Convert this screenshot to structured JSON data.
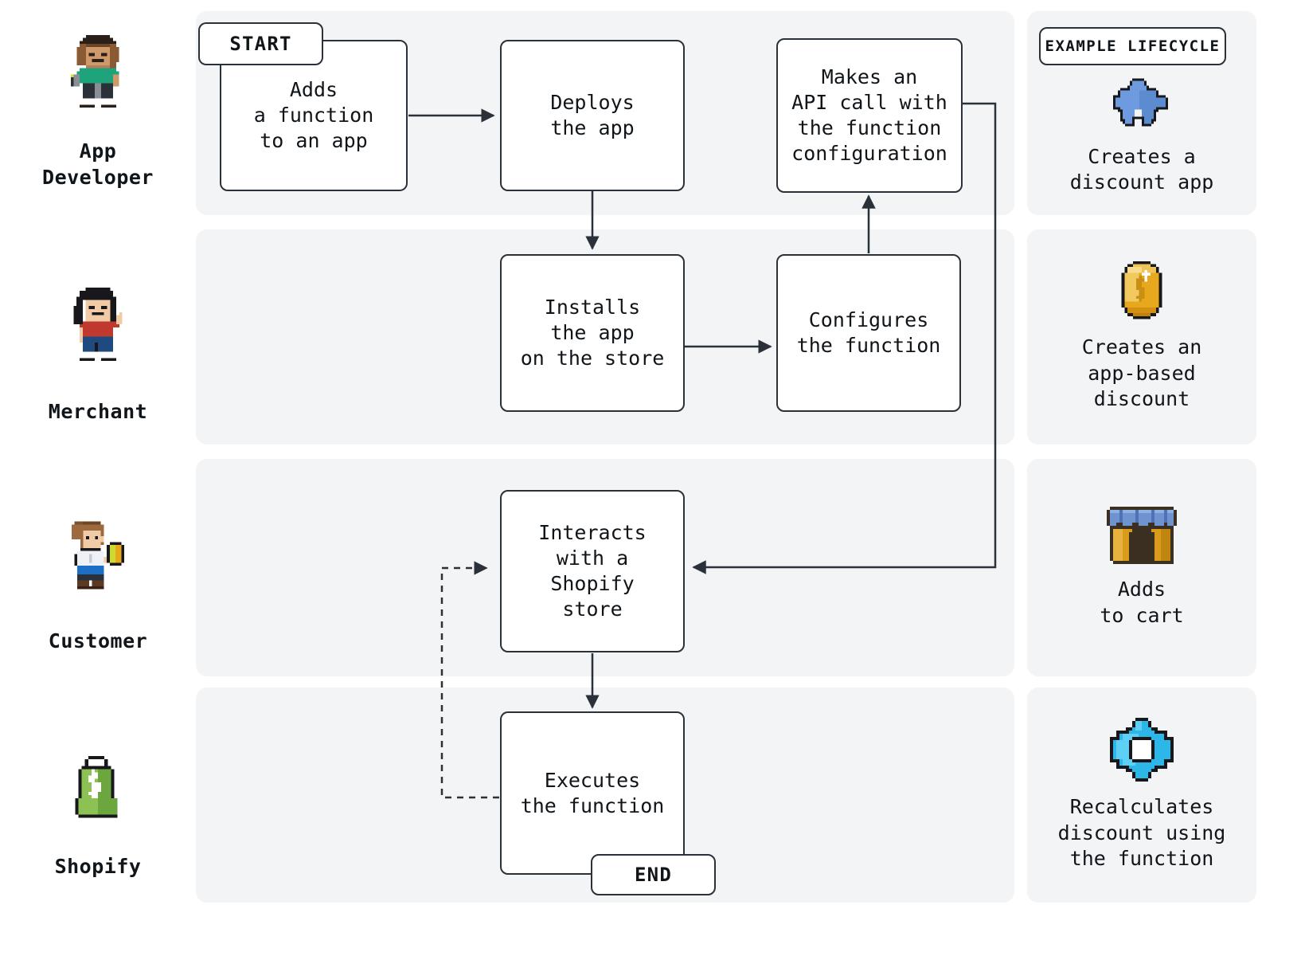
{
  "actors": [
    {
      "id": "app-developer",
      "label": "App\nDeveloper",
      "icon": "developer-sprite"
    },
    {
      "id": "merchant",
      "label": "Merchant",
      "icon": "merchant-sprite"
    },
    {
      "id": "customer",
      "label": "Customer",
      "icon": "customer-sprite"
    },
    {
      "id": "shopify",
      "label": "Shopify",
      "icon": "shopify-bag-icon"
    }
  ],
  "badges": {
    "start": "START",
    "end": "END"
  },
  "nodes": {
    "adds_function": "Adds\na function\nto an app",
    "deploys_app": "Deploys\nthe app",
    "api_call": "Makes an\nAPI call with\nthe function\nconfiguration",
    "installs_app": "Installs\nthe app\non the store",
    "configures_fn": "Configures\nthe function",
    "interacts_store": "Interacts\nwith a\nShopify\nstore",
    "executes_fn": "Executes\nthe function"
  },
  "lifecycle": {
    "header": "EXAMPLE LIFECYCLE",
    "cards": [
      {
        "id": "creates-discount-app",
        "icon": "puzzle-piece-icon",
        "text": "Creates a\ndiscount app"
      },
      {
        "id": "creates-app-discount",
        "icon": "gold-coin-icon",
        "text": "Creates an\napp-based\ndiscount"
      },
      {
        "id": "adds-to-cart",
        "icon": "storefront-icon",
        "text": "Adds\nto cart"
      },
      {
        "id": "recalculates-discount",
        "icon": "gear-icon",
        "text": "Recalculates\ndiscount using\nthe function"
      }
    ]
  },
  "colors": {
    "panel_bg": "#f3f4f6",
    "stroke": "#2b3138",
    "text": "#10151a",
    "page_bg": "#ffffff",
    "puzzle_blue": "#6e9be0",
    "coin_gold": "#e8a81e",
    "store_awning_blue": "#5b84c4",
    "store_body_gold": "#d99b1b",
    "gear_blue": "#2cb7e8",
    "shopify_green": "#7ab55c"
  }
}
